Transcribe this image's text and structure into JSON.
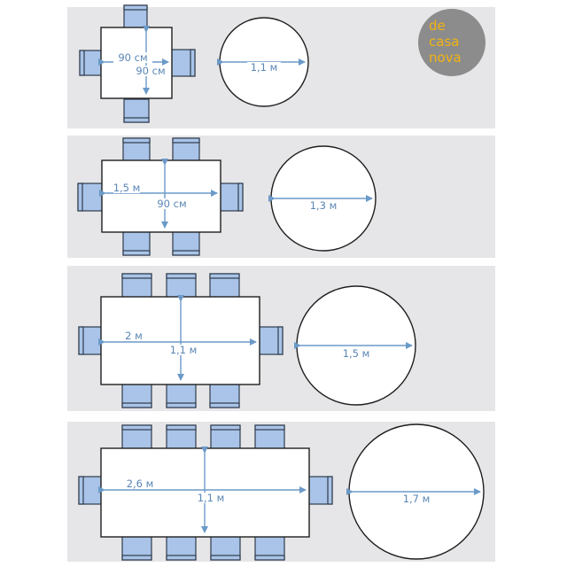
{
  "logo": {
    "lines": [
      "de",
      "casa",
      "nova"
    ],
    "color": "#f2b312"
  },
  "colors": {
    "panel": "#e6e6e8",
    "chair": "#a9c4e8",
    "dimension": "#6b9ac9"
  },
  "layouts": [
    {
      "table_length": "90 см",
      "table_width": "90 см",
      "round_diameter": "1,1 м"
    },
    {
      "table_length": "1,5 м",
      "table_width": "90 см",
      "round_diameter": "1,3 м"
    },
    {
      "table_length": "2 м",
      "table_width": "1,1 м",
      "round_diameter": "1,5 м"
    },
    {
      "table_length": "2,6 м",
      "table_width": "1,1 м",
      "round_diameter": "1,7 м"
    }
  ]
}
